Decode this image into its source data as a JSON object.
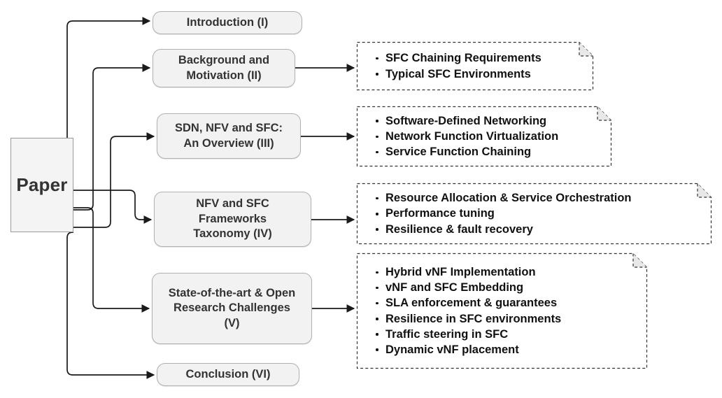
{
  "diagram": {
    "title": "Paper organization tree",
    "root": {
      "label": "Paper",
      "fill": "#f4f4f4",
      "stroke": "#9a9a9a"
    },
    "sections": [
      {
        "id": "intro",
        "label": "Introduction (I)"
      },
      {
        "id": "background",
        "label": "Background and\nMotivation (II)"
      },
      {
        "id": "overview",
        "label": "SDN, NFV and SFC:\nAn Overview (III)"
      },
      {
        "id": "taxonomy",
        "label": "NFV and SFC\nFrameworks\nTaxonomy (IV)"
      },
      {
        "id": "challenges",
        "label": "State-of-the-art & Open\nResearch Challenges\n(V)"
      },
      {
        "id": "conclusion",
        "label": "Conclusion (VI)"
      }
    ],
    "notes": [
      {
        "id": "note-background",
        "items": [
          "SFC Chaining Requirements",
          "Typical SFC Environments"
        ]
      },
      {
        "id": "note-overview",
        "items": [
          "Software-Defined Networking",
          "Network Function Virtualization",
          "Service Function Chaining"
        ]
      },
      {
        "id": "note-taxonomy",
        "items": [
          "Resource Allocation & Service Orchestration",
          "Performance tuning",
          "Resilience & fault recovery"
        ]
      },
      {
        "id": "note-challenges",
        "items": [
          "Hybrid vNF Implementation",
          "vNF and SFC Embedding",
          "SLA enforcement & guarantees",
          "Resilience in SFC environments",
          "Traffic steering in SFC",
          "Dynamic vNF placement"
        ]
      }
    ],
    "colors": {
      "node_fill": "#f2f2f2",
      "node_stroke": "#b0b0b0",
      "connector": "#1a1a1a",
      "note_stroke": "#333333",
      "text": "#333333"
    }
  }
}
